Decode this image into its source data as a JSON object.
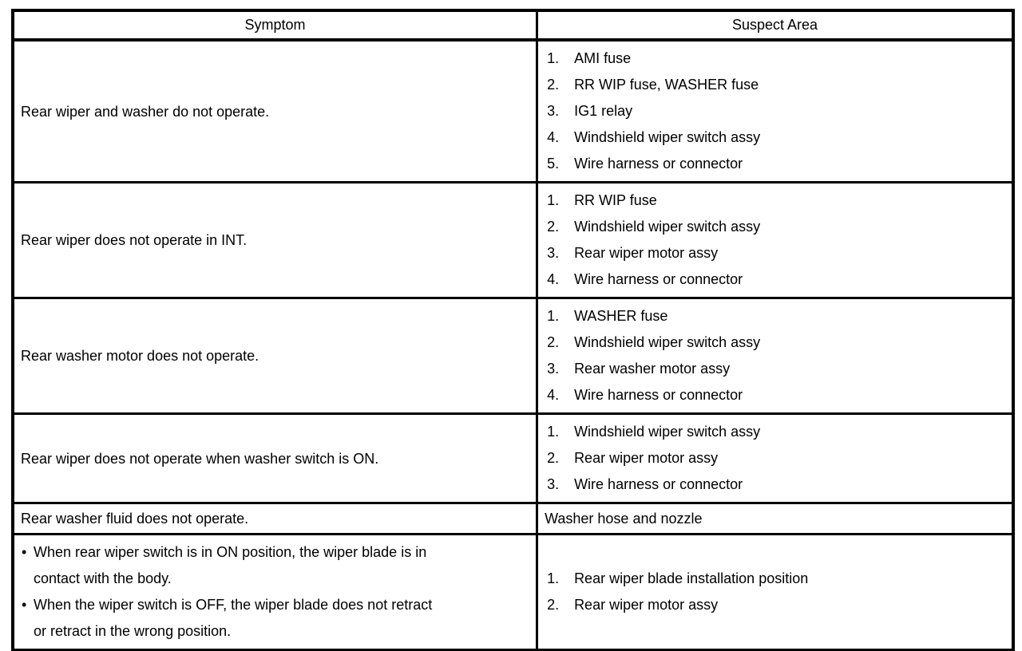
{
  "table": {
    "headers": [
      "Symptom",
      "Suspect Area"
    ],
    "rows": [
      {
        "symptom_type": "plain",
        "symptom": [
          "Rear wiper and washer do not operate."
        ],
        "numbered": true,
        "suspects": [
          "AMI fuse",
          "RR WIP fuse, WASHER fuse",
          "IG1 relay",
          "Windshield wiper switch assy",
          "Wire harness or connector"
        ]
      },
      {
        "symptom_type": "plain",
        "symptom": [
          "Rear wiper does not operate in INT."
        ],
        "numbered": true,
        "suspects": [
          "RR WIP fuse",
          "Windshield wiper switch assy",
          "Rear wiper motor assy",
          "Wire harness or connector"
        ]
      },
      {
        "symptom_type": "plain",
        "symptom": [
          "Rear washer motor does not operate."
        ],
        "numbered": true,
        "suspects": [
          "WASHER fuse",
          "Windshield wiper switch assy",
          "Rear washer motor assy",
          "Wire harness or connector"
        ]
      },
      {
        "symptom_type": "plain",
        "symptom": [
          "Rear wiper does not operate when washer switch is ON."
        ],
        "numbered": true,
        "suspects": [
          "Windshield wiper switch assy",
          "Rear wiper motor assy",
          "Wire harness or connector"
        ]
      },
      {
        "symptom_type": "plain",
        "symptom": [
          "Rear washer fluid does not operate."
        ],
        "numbered": false,
        "suspects": [
          "Washer hose and nozzle"
        ]
      },
      {
        "symptom_type": "bullets",
        "symptom": [
          "When rear wiper switch is in ON position, the wiper blade is in contact with the body.",
          "When the wiper switch is OFF, the wiper blade does not retract or retract in the wrong position."
        ],
        "numbered": true,
        "suspects": [
          "Rear wiper blade installation position",
          "Rear wiper motor assy"
        ]
      }
    ]
  },
  "colors": {
    "border": "#000000",
    "text": "#000000",
    "background": "#ffffff"
  }
}
